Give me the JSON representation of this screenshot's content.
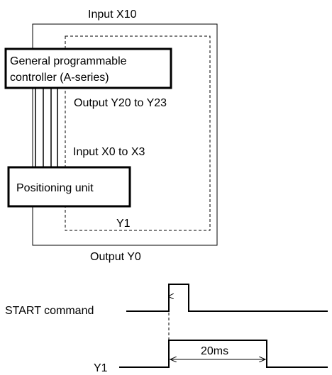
{
  "wiring": {
    "input_x10": "Input X10",
    "plc_line1": "General programmable",
    "plc_line2": "controller (A-series)",
    "output_y20_y23": "Output Y20 to Y23",
    "input_x0_x3": "Input X0 to X3",
    "positioning_unit": "Positioning unit",
    "y1_loop": "Y1",
    "output_y0": "Output Y0"
  },
  "timing": {
    "start_command": "START command",
    "y1_signal": "Y1",
    "pulse_width": "20ms"
  }
}
